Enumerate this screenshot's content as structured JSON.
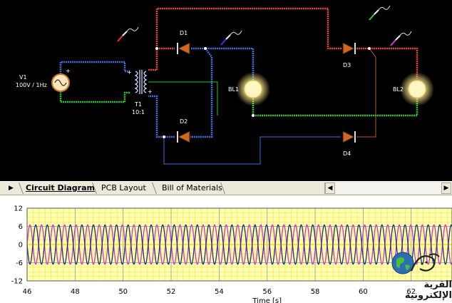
{
  "circuit": {
    "components": {
      "source_name": "V1",
      "source_value": "100V / 1Hz",
      "transformer_name": "T1",
      "transformer_ratio": "10:1",
      "diode1": "D1",
      "diode2": "D2",
      "diode3": "D3",
      "diode4": "D4",
      "lamp1": "BL1",
      "lamp2": "BL2",
      "plus_sign": "+"
    },
    "colors": {
      "wire_red": "#e8412c",
      "wire_blue": "#3a6fe0",
      "wire_green": "#27c42c",
      "diode_fill": "#d5651d",
      "lamp_glow": "#fff7b0"
    }
  },
  "tabs": {
    "nav_arrow": "▶",
    "items": [
      {
        "label": "Circuit Diagram",
        "active": true
      },
      {
        "label": "PCB Layout",
        "active": false
      },
      {
        "label": "Bill of Materials",
        "active": false
      }
    ],
    "scroll_left": "◀",
    "scroll_right": "▶"
  },
  "chart_data": {
    "type": "line",
    "xlabel": "Time [s]",
    "xlim": [
      46,
      63.7
    ],
    "ylim": [
      -12,
      12
    ],
    "x_ticks": [
      46,
      48,
      50,
      52,
      54,
      56,
      58,
      60,
      62
    ],
    "y_ticks": [
      12,
      6,
      0,
      -6,
      -12
    ],
    "grid": true,
    "series": [
      {
        "color": "#cc33cc",
        "amplitude": 6.5,
        "frequency": 2.08,
        "phase": 0
      },
      {
        "color": "#1f2a8a",
        "amplitude": 6.5,
        "frequency": 2.08,
        "phase": 3.14159
      }
    ]
  },
  "watermark": {
    "text": "القرية الإلكترونية"
  }
}
